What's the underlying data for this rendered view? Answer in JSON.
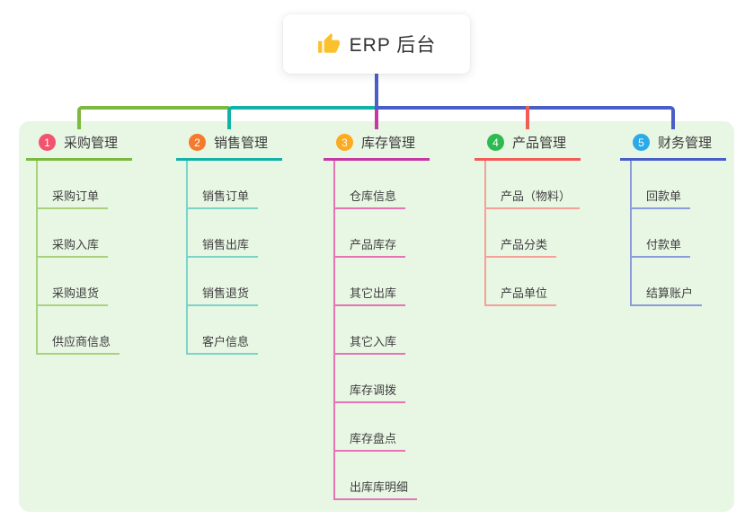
{
  "root": {
    "label": "ERP 后台",
    "icon": "thumbs-up-icon",
    "icon_color": "#fbc02d",
    "line_color": "#4a5ec8"
  },
  "panel": {
    "background": "#e8f6e4"
  },
  "branches": [
    {
      "number": "1",
      "label": "采购管理",
      "badge_color": "#f2536e",
      "line_color": "#7cb93f",
      "child_line_color": "#a9d17e",
      "children": [
        "采购订单",
        "采购入库",
        "采购退货",
        "供应商信息"
      ]
    },
    {
      "number": "2",
      "label": "销售管理",
      "badge_color": "#f57a2d",
      "line_color": "#13b2a7",
      "child_line_color": "#7cd3ca",
      "children": [
        "销售订单",
        "销售出库",
        "销售退货",
        "客户信息"
      ]
    },
    {
      "number": "3",
      "label": "库存管理",
      "badge_color": "#fcab20",
      "line_color": "#c638a4",
      "child_line_color": "#e672b7",
      "children": [
        "仓库信息",
        "产品库存",
        "其它出库",
        "其它入库",
        "库存调拨",
        "库存盘点",
        "出库库明细"
      ]
    },
    {
      "number": "4",
      "label": "产品管理",
      "badge_color": "#2eba52",
      "line_color": "#f25c57",
      "child_line_color": "#f79f99",
      "children": [
        "产品（物料）",
        "产品分类",
        "产品单位"
      ]
    },
    {
      "number": "5",
      "label": "财务管理",
      "badge_color": "#2aabe8",
      "line_color": "#4a5ec8",
      "child_line_color": "#8b9cdc",
      "children": [
        "回款单",
        "付款单",
        "结算账户"
      ]
    }
  ]
}
